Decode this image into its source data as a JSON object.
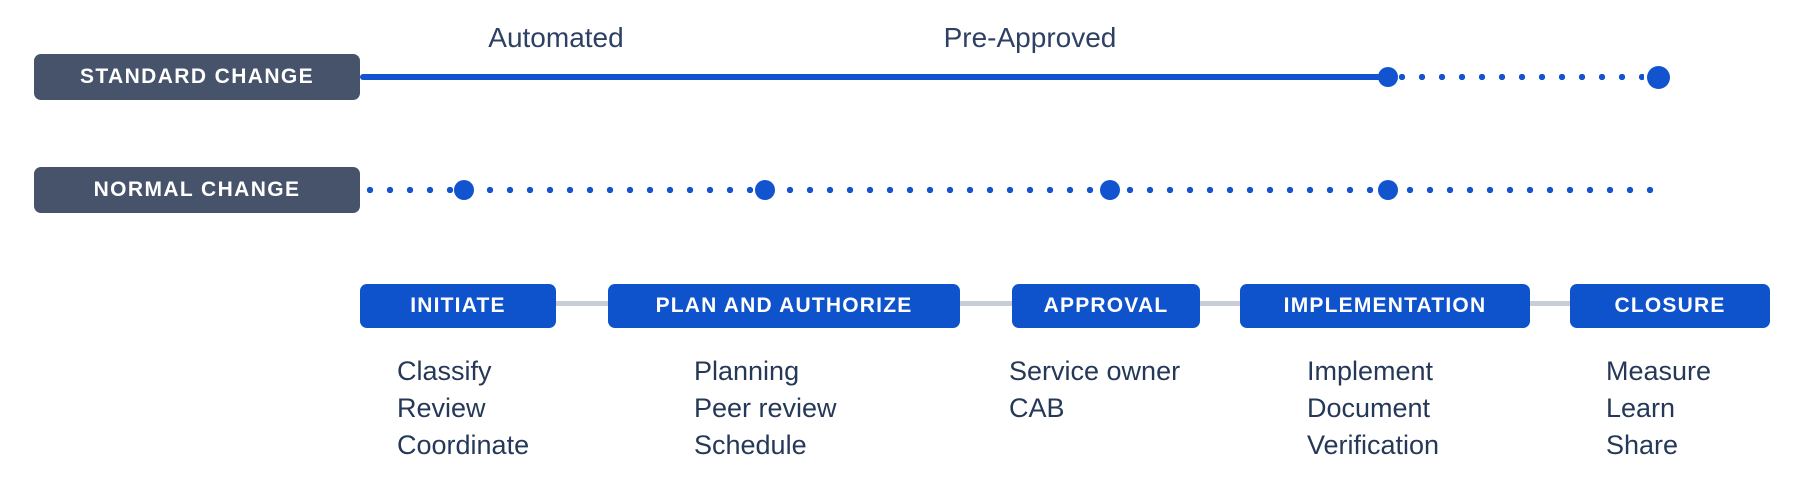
{
  "colors": {
    "background": "#ffffff",
    "row_label_bg": "#47536A",
    "row_label_text": "#ffffff",
    "accent_blue": "#1254D0",
    "stage_button_bg": "#0F53CC",
    "connector_gray": "#C8CED8",
    "body_text": "#253858"
  },
  "standard_row": {
    "label": "STANDARD CHANGE",
    "annotations": {
      "automated": "Automated",
      "preapproved": "Pre-Approved"
    }
  },
  "normal_row": {
    "label": "NORMAL CHANGE"
  },
  "stages": [
    {
      "label": "INITIATE",
      "items": [
        "Classify",
        "Review",
        "Coordinate"
      ]
    },
    {
      "label": "PLAN AND AUTHORIZE",
      "items": [
        "Planning",
        "Peer review",
        "Schedule"
      ]
    },
    {
      "label": "APPROVAL",
      "items": [
        "Service owner",
        "CAB"
      ]
    },
    {
      "label": "IMPLEMENTATION",
      "items": [
        "Implement",
        "Document",
        "Verification"
      ]
    },
    {
      "label": "CLOSURE",
      "items": [
        "Measure",
        "Learn",
        "Share"
      ]
    }
  ]
}
